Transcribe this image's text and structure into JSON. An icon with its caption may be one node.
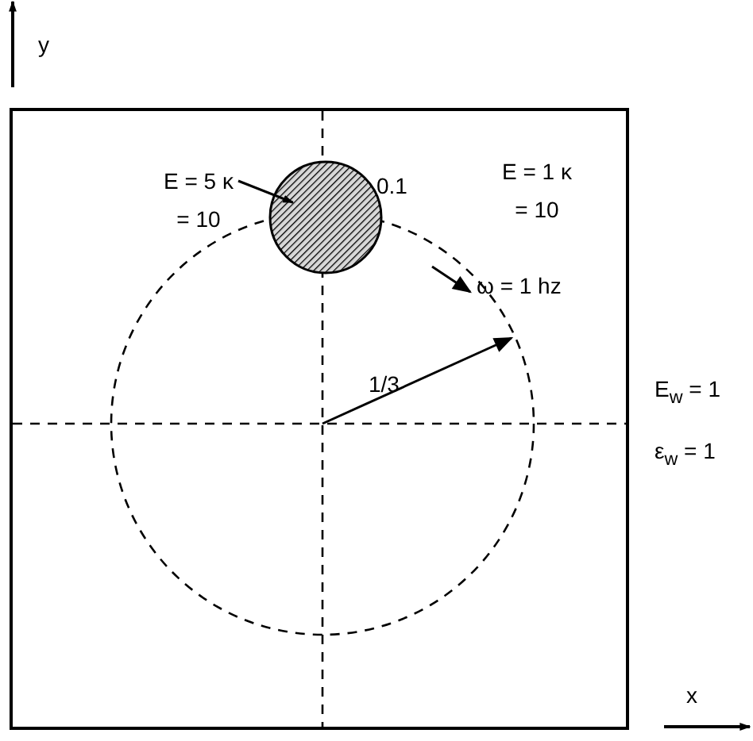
{
  "diagram": {
    "nodes": [
      {
        "text": [
          "E = 1 κ = 10"
        ]
      },
      {
        "text": [
          "E = 5 κ = 10"
        ],
        "in": 0
      },
      {
        "text": [],
        "shape": "circle",
        "in": 0
      }
    ],
    "edges": [
      {
        "from": 1,
        "to": 2,
        "arrow": "to"
      }
    ],
    "labels": [
      "0.1",
      "ω = 1 hz",
      "1/3",
      "E$_{w}$ = 1",
      "ε$_{w}$ = 1",
      "y",
      "x"
    ]
  }
}
